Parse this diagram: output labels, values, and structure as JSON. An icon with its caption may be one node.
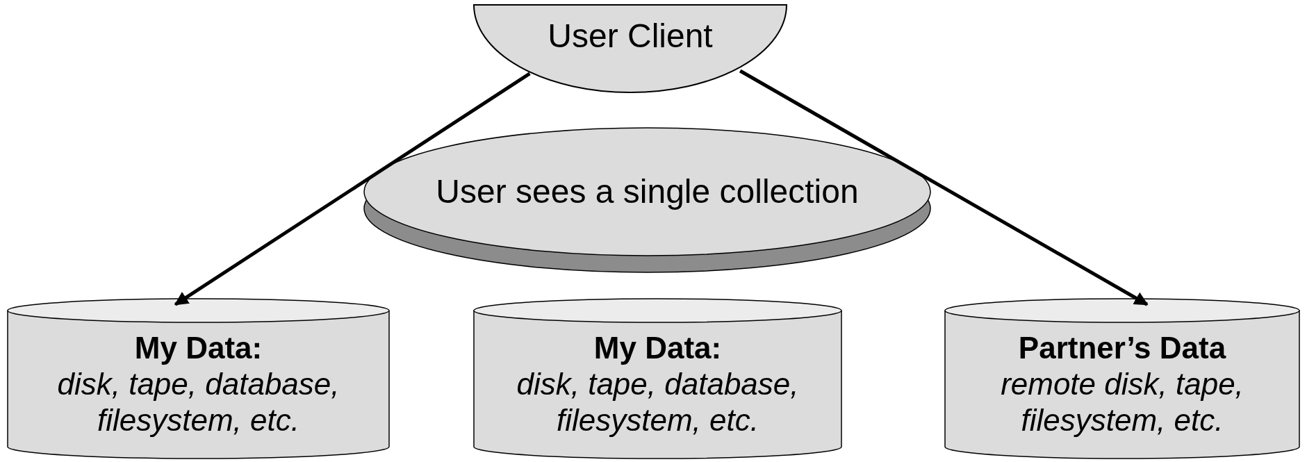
{
  "diagram": {
    "nodes": [
      {
        "text": [
          "User Client"
        ]
      },
      {
        "text": [
          "User sees a single collection"
        ]
      },
      {
        "text": [
          "My Data:",
          "disk, tape, database, filesystem, etc."
        ]
      },
      {
        "text": [
          "My Data:",
          "disk, tape, database, filesystem, etc."
        ]
      },
      {
        "text": [
          "Partner’s Data",
          "remote disk, tape, filesystem, etc."
        ]
      }
    ],
    "edges": [
      {
        "from": 0,
        "to": 2,
        "arrow": "to"
      },
      {
        "from": 0,
        "to": 4,
        "arrow": "to"
      }
    ]
  }
}
